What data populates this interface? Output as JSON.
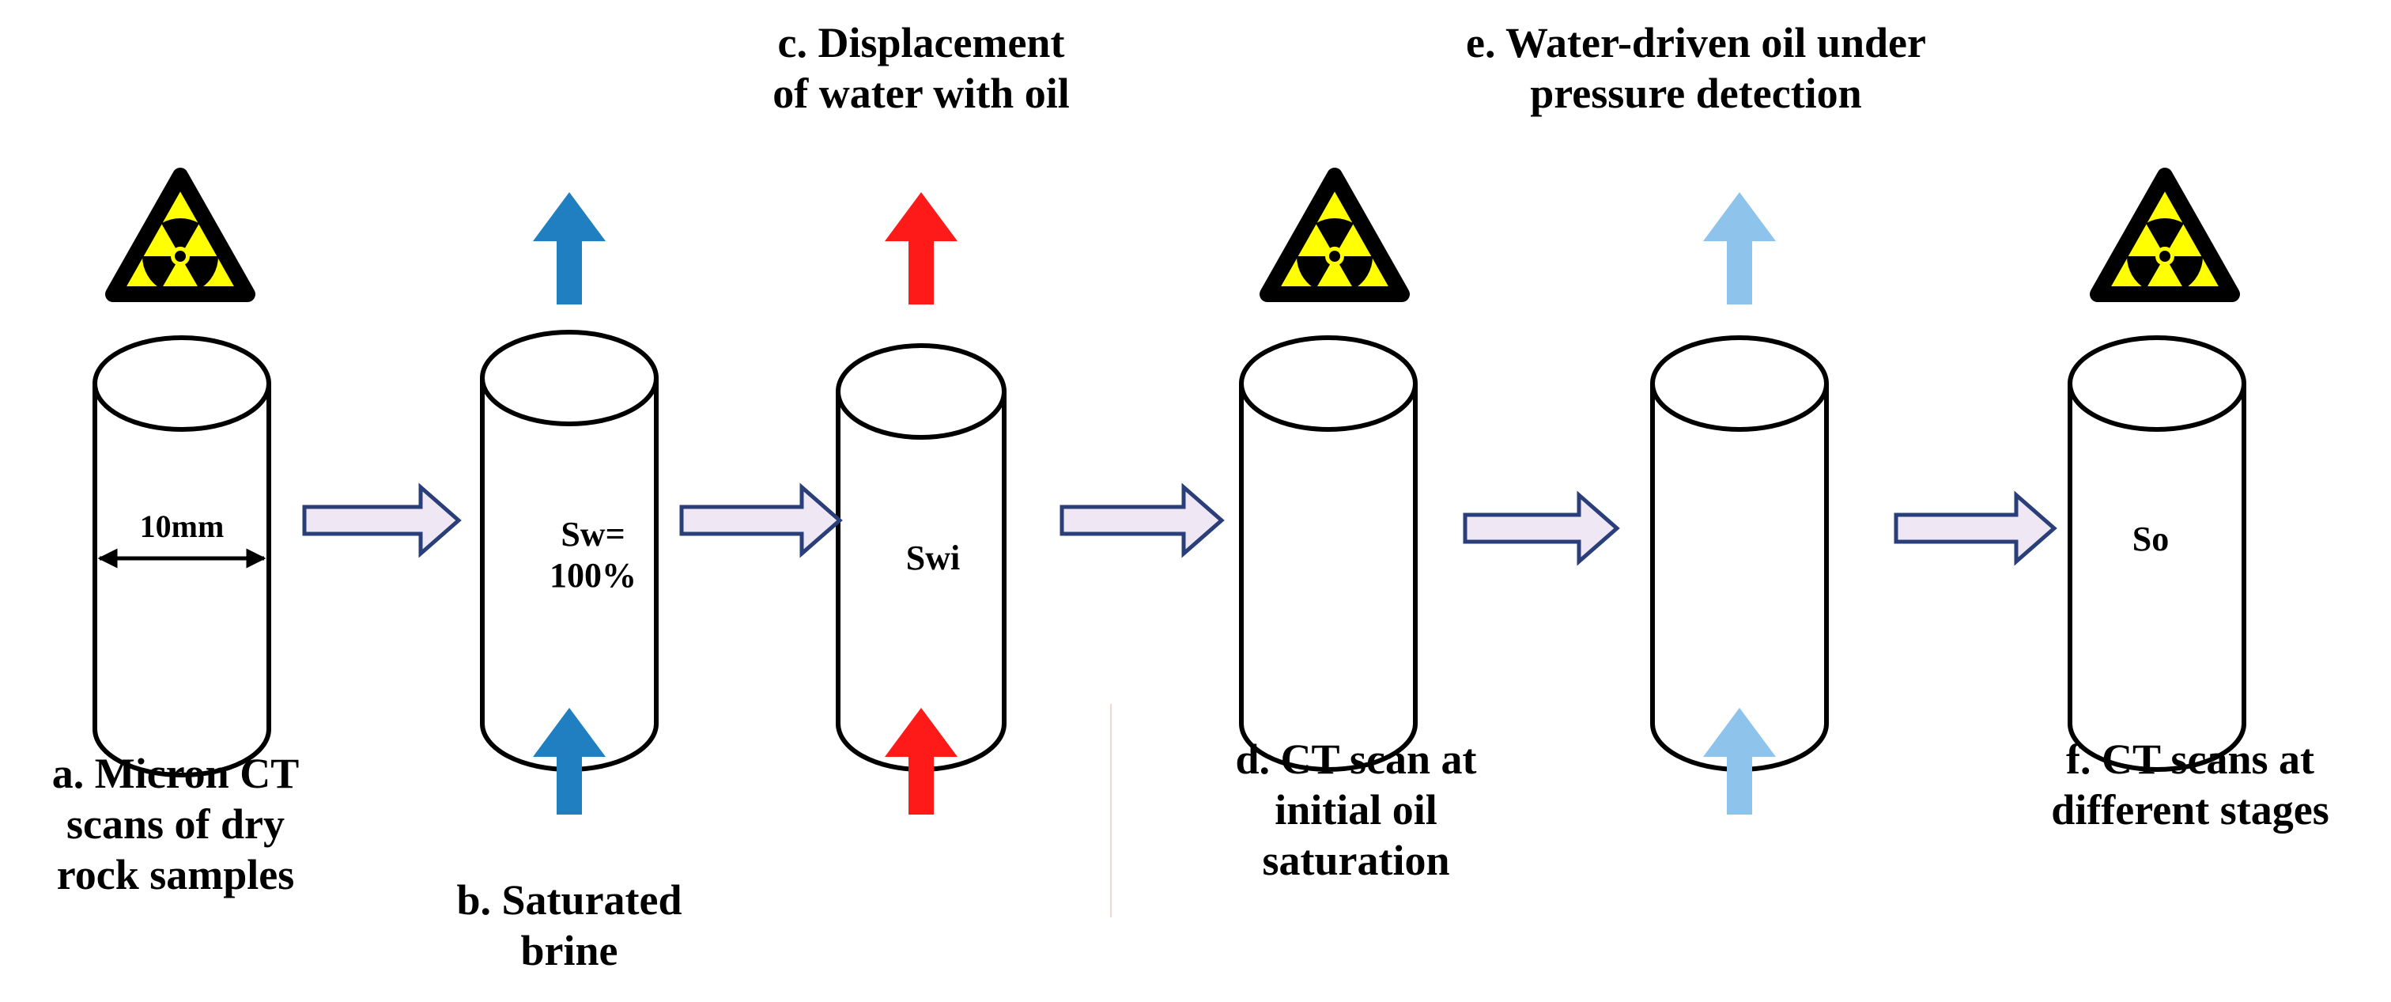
{
  "colors": {
    "blue_arrow": "#1F7FC0",
    "red_arrow": "#FF1A1A",
    "light_blue_arrow": "#8EC3EC",
    "flow_arrow_fill": "#EFE7F3",
    "flow_arrow_stroke": "#2A3F7A",
    "hazard_yellow": "#FFFF00",
    "hazard_black": "#000000"
  },
  "steps": [
    {
      "id": "a",
      "caption_lines": [
        "a. Micron CT",
        "scans of dry",
        "rock samples"
      ],
      "inside_lines": [],
      "dimension_label": "10mm",
      "radiation_icon": true,
      "flow_top": "none",
      "flow_bottom": "none"
    },
    {
      "id": "b",
      "caption_lines": [
        "b. Saturated",
        "brine"
      ],
      "inside_lines": [
        "Sw=",
        "100%"
      ],
      "radiation_icon": false,
      "flow_top": "blue",
      "flow_bottom": "blue"
    },
    {
      "id": "c",
      "caption_lines": [
        "c. Displacement",
        "of water with oil"
      ],
      "inside_lines": [
        "Swi"
      ],
      "radiation_icon": false,
      "flow_top": "red",
      "flow_bottom": "red"
    },
    {
      "id": "d",
      "caption_lines": [
        "d. CT scan at",
        "initial oil",
        "saturation"
      ],
      "inside_lines": [],
      "radiation_icon": true,
      "flow_top": "none",
      "flow_bottom": "none"
    },
    {
      "id": "e",
      "caption_lines": [
        "e. Water-driven oil under",
        "pressure detection"
      ],
      "inside_lines": [],
      "radiation_icon": false,
      "flow_top": "light-blue",
      "flow_bottom": "light-blue"
    },
    {
      "id": "f",
      "caption_lines": [
        "f. CT scans at",
        "different stages"
      ],
      "inside_lines": [
        "So"
      ],
      "radiation_icon": true,
      "flow_top": "none",
      "flow_bottom": "none"
    }
  ],
  "icons": {
    "radiation": "radiation-hazard-icon",
    "process_arrow": "right-arrow-icon",
    "flow_arrow": "up-arrow-icon"
  }
}
